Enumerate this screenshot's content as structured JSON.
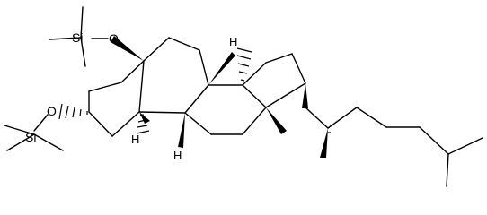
{
  "atoms": {
    "si_top": "Si",
    "o_top": "O",
    "si_left": "Si",
    "o_left": "O",
    "h_c9": "H",
    "h_c8": "H",
    "h_c14": "H"
  }
}
